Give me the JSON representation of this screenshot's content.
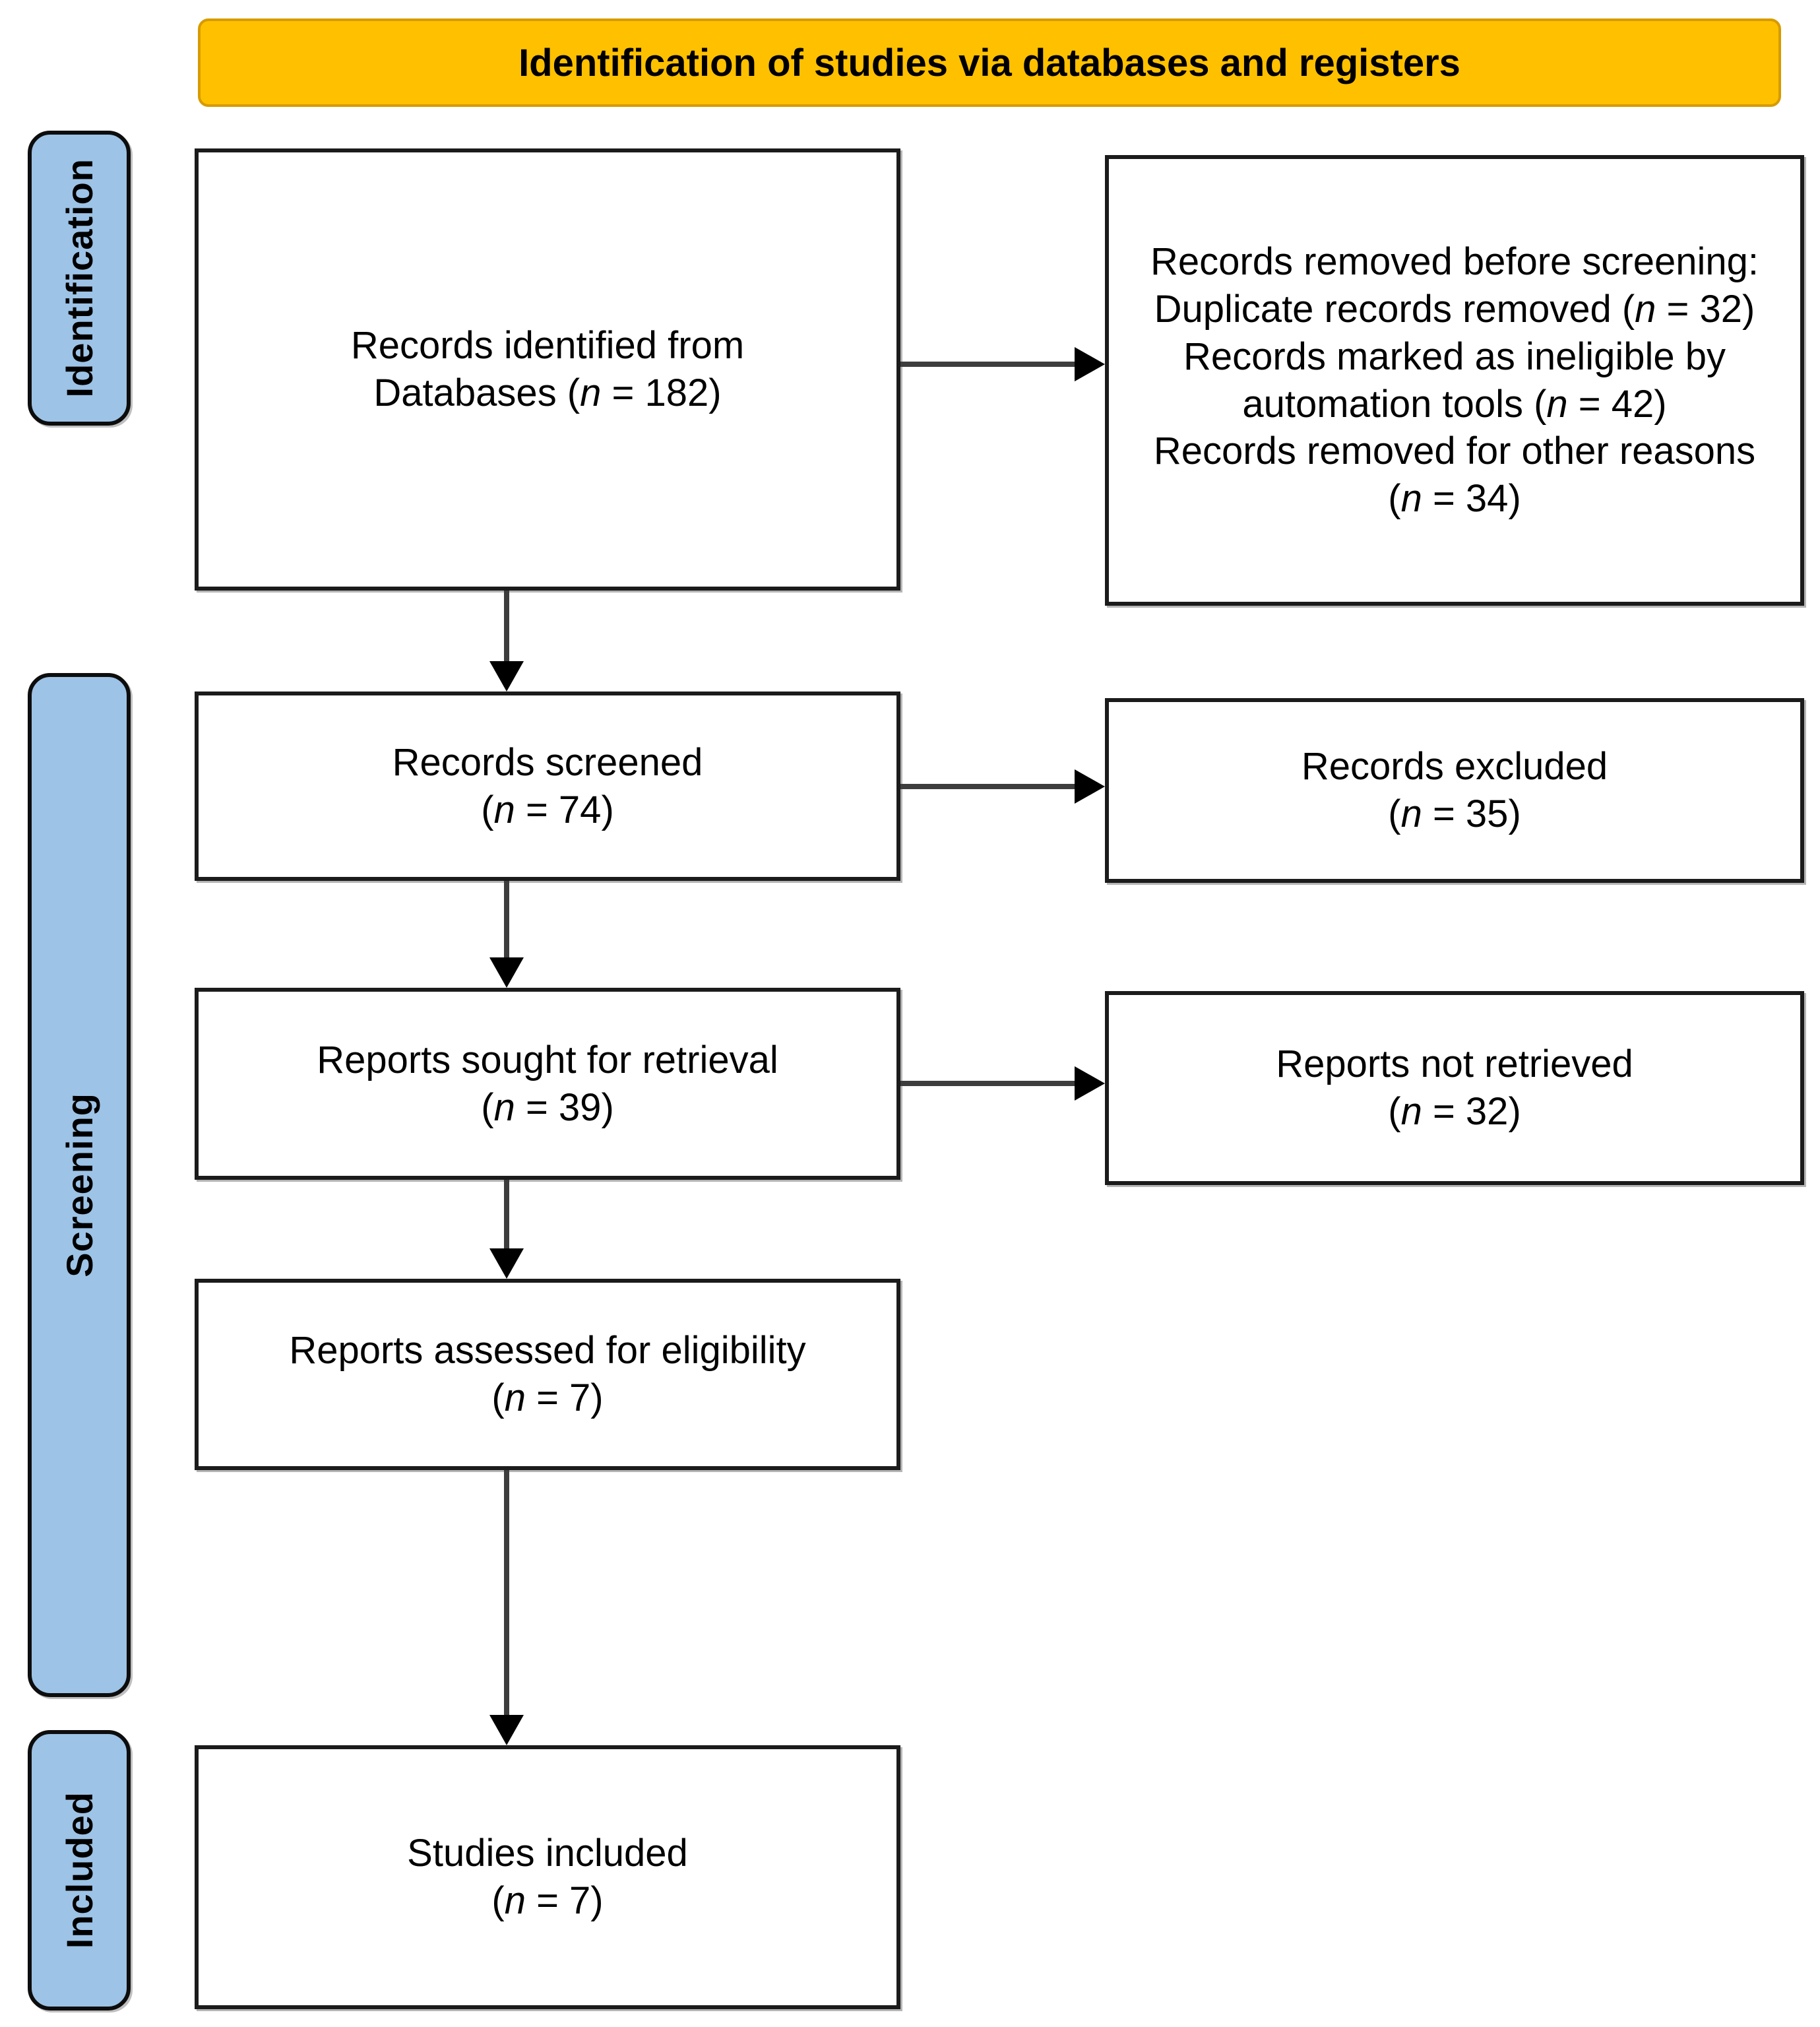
{
  "banner": {
    "title": "Identification of studies via databases and registers"
  },
  "colors": {
    "banner_bg": "#FFC000",
    "banner_border": "#D79B00",
    "stage_bg": "#9DC3E6",
    "arrow_line": "#3D3D3D",
    "arrow_head": "#000000",
    "box_border": "#1B1B1B",
    "text": "#000000"
  },
  "stages": [
    {
      "label": "Identification"
    },
    {
      "label": "Screening"
    },
    {
      "label": "Included"
    }
  ],
  "flow": {
    "records_identified": {
      "lines": [
        "Records identified from",
        "Databases (n = 182)"
      ]
    },
    "records_removed": {
      "lines": [
        "Records removed before screening:",
        "Duplicate records removed (n = 32)",
        "Records marked as ineligible by automation tools (n = 42)",
        "Records removed for other reasons (n = 34)"
      ]
    },
    "records_screened": {
      "lines": [
        "Records screened",
        "(n = 74)"
      ]
    },
    "records_excluded": {
      "lines": [
        "Records excluded",
        "(n = 35)"
      ]
    },
    "reports_sought": {
      "lines": [
        "Reports sought for retrieval",
        "(n = 39)"
      ]
    },
    "reports_not_retrieved": {
      "lines": [
        "Reports not retrieved",
        "(n = 32)"
      ]
    },
    "reports_assessed": {
      "lines": [
        "Reports assessed for eligibility",
        "(n = 7)"
      ]
    },
    "studies_included": {
      "lines": [
        "Studies included",
        "(n = 7)"
      ]
    }
  }
}
